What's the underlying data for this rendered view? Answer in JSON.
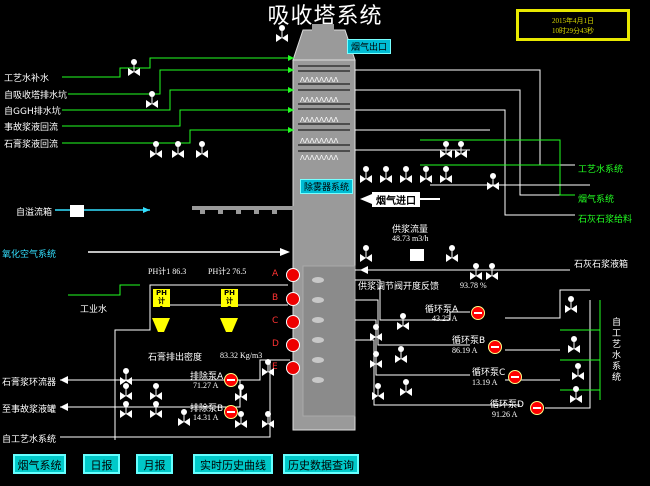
{
  "title": "吸收塔系统",
  "datetime": {
    "date": "2015年4月1日",
    "time": "10时29分43秒"
  },
  "tower": {
    "flue_out": "烟气出口",
    "flue_in": "烟气进口",
    "demister": "除雾器系统"
  },
  "left_inputs": [
    "工艺水补水",
    "自吸收塔排水坑",
    "自GGH排水坑",
    "事故浆液回流",
    "石膏浆液回流"
  ],
  "overflow_box": "自溢流箱",
  "oxidation_air": "氧化空气系统",
  "process_water": "工业水",
  "ph": {
    "ph1_label": "PH计1",
    "ph1_value": "86.3",
    "ph2_label": "PH计2",
    "ph2_value": "76.5",
    "tag1": "PH计\n1",
    "tag2": "PH计\n2"
  },
  "gypsum_density": {
    "label": "石膏排出密度",
    "value": "83.32",
    "unit": "Kg/m3"
  },
  "discharge_pumps": [
    {
      "label": "排除泵A",
      "value": "71.27",
      "unit": "A"
    },
    {
      "label": "排除泵B",
      "value": "14.31",
      "unit": "A"
    }
  ],
  "left_outputs": [
    "石膏浆环流器",
    "至事故浆液罐",
    "自工艺水系统"
  ],
  "right_side": {
    "process_water": "工艺水系统",
    "flue_gas": "烟气系统",
    "limestone": "石灰石浆给料",
    "limestone_box": "石灰石浆液箱",
    "vertical_label": "自工艺水系统"
  },
  "slurry_supply": {
    "label": "供浆流量",
    "value": "48.73",
    "unit": "m3/h"
  },
  "valve_feedback": {
    "label": "供浆调节阀开度反馈",
    "value": "93.78",
    "unit": "%"
  },
  "circ_pumps": [
    {
      "label": "循环泵A",
      "value": "43.25",
      "unit": "A"
    },
    {
      "label": "循环泵B",
      "value": "86.19",
      "unit": "A"
    },
    {
      "label": "循环泵C",
      "value": "13.19",
      "unit": "A"
    },
    {
      "label": "循环泵D",
      "value": "91.26",
      "unit": "A"
    }
  ],
  "tower_pumps": [
    "A",
    "B",
    "C",
    "D",
    "E"
  ],
  "nav_buttons": [
    "烟气系统",
    "日报",
    "月报",
    "实时历史曲线",
    "历史数据查询"
  ]
}
